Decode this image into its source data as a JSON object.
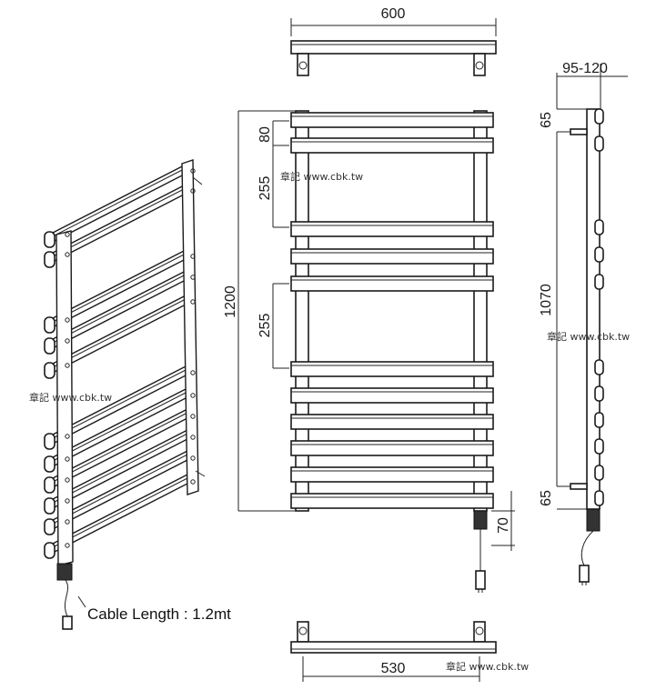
{
  "dimensions": {
    "top_width": "600",
    "side_depth": "95-120",
    "total_height": "1200",
    "top_gap": "80",
    "gap_upper": "255",
    "gap_lower": "255",
    "bracket_span": "1070",
    "bracket_top": "65",
    "bracket_bottom": "65",
    "cable_box": "70",
    "bottom_width": "530"
  },
  "cable_label": "Cable Length : 1.2mt",
  "watermarks": [
    "章記 www.cbk.tw",
    "章記 www.cbk.tw",
    "章記 www.cbk.tw",
    "章記 www.cbk.tw"
  ]
}
